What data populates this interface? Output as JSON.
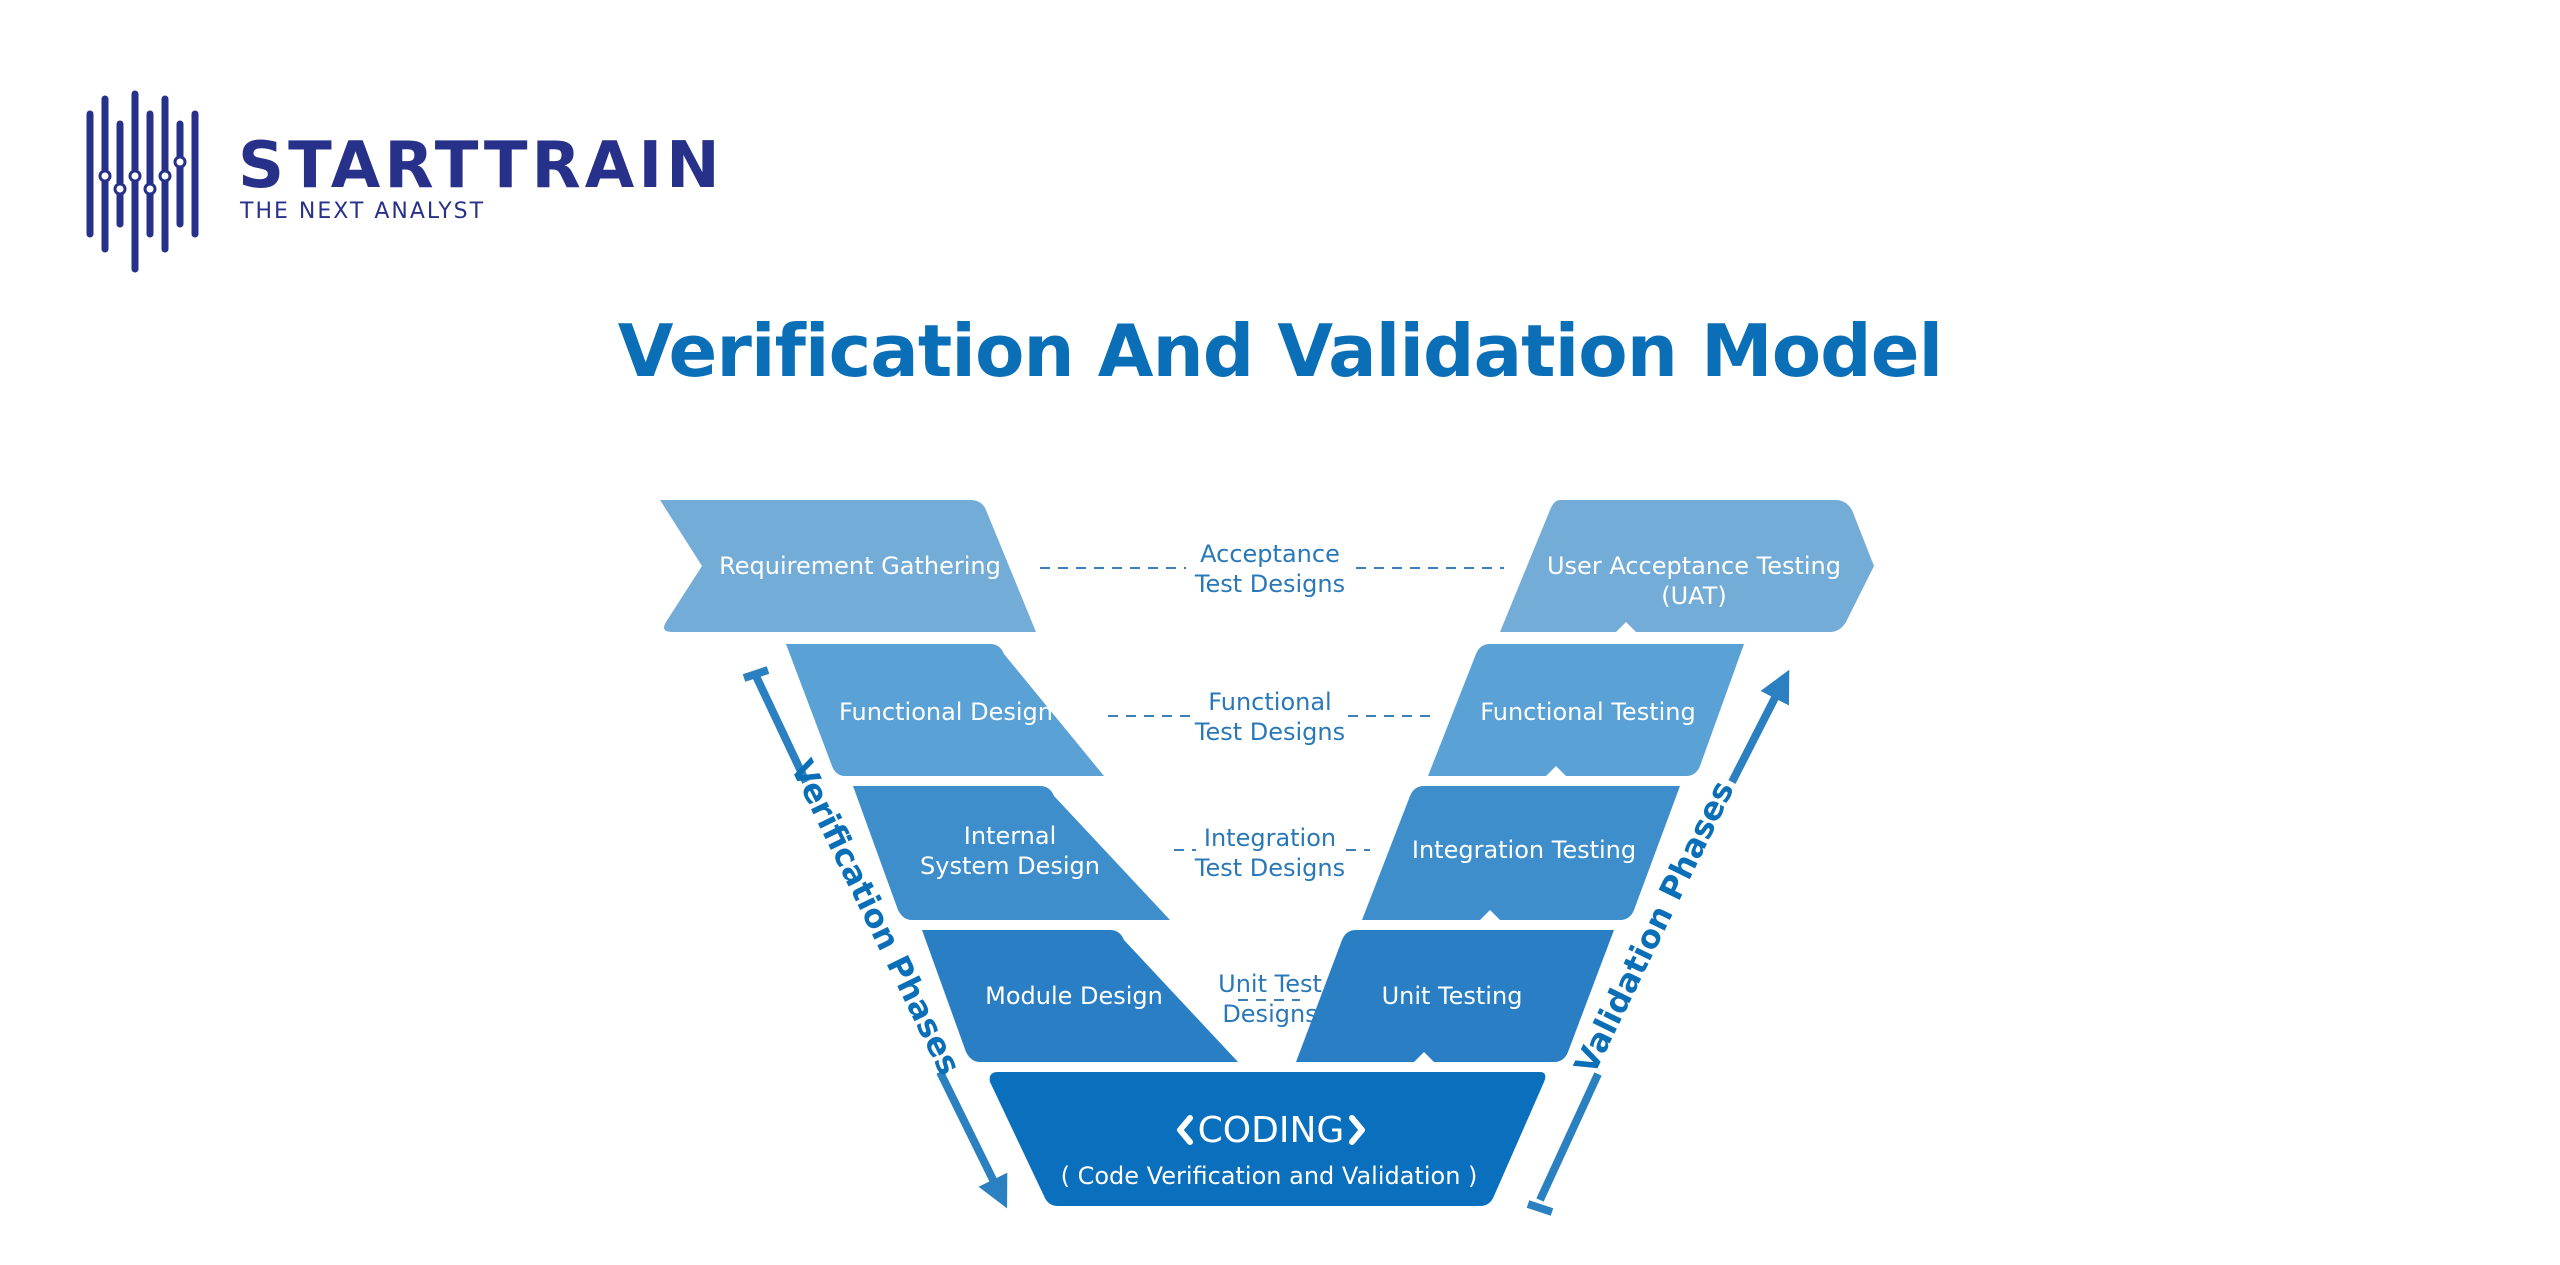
{
  "brand": {
    "name": "STARTTRAIN",
    "tagline": "THE NEXT ANALYST"
  },
  "title": "Verification And Validation Model",
  "colors": {
    "title": "#0b6fb8",
    "brand": "#28318a",
    "row1": "#74acd8",
    "row2": "#5aa1d6",
    "row3": "#3e8ecc",
    "row4": "#2a7fc4",
    "coding": "#0a6fbd",
    "dashed": "#3e7fb8",
    "arrow": "#2a80c0"
  },
  "verification": {
    "label": "Verification Phases",
    "steps": [
      {
        "line1": "Requirement Gathering",
        "line2": ""
      },
      {
        "line1": "Functional Design",
        "line2": ""
      },
      {
        "line1": "Internal",
        "line2": "System Design"
      },
      {
        "line1": "Module Design",
        "line2": ""
      }
    ]
  },
  "validation": {
    "label": "Validation Phases",
    "steps": [
      {
        "line1": "User Acceptance Testing",
        "line2": "(UAT)"
      },
      {
        "line1": "Functional Testing",
        "line2": ""
      },
      {
        "line1": "Integration Testing",
        "line2": ""
      },
      {
        "line1": "Unit Testing",
        "line2": ""
      }
    ]
  },
  "designs": [
    {
      "line1": "Acceptance",
      "line2": "Test Designs"
    },
    {
      "line1": "Functional",
      "line2": "Test Designs"
    },
    {
      "line1": "Integration",
      "line2": "Test Designs"
    },
    {
      "line1": "Unit Test",
      "line2": "Designs"
    }
  ],
  "coding": {
    "title": "CODING",
    "subtitle": "( Code Verification and Validation )"
  }
}
